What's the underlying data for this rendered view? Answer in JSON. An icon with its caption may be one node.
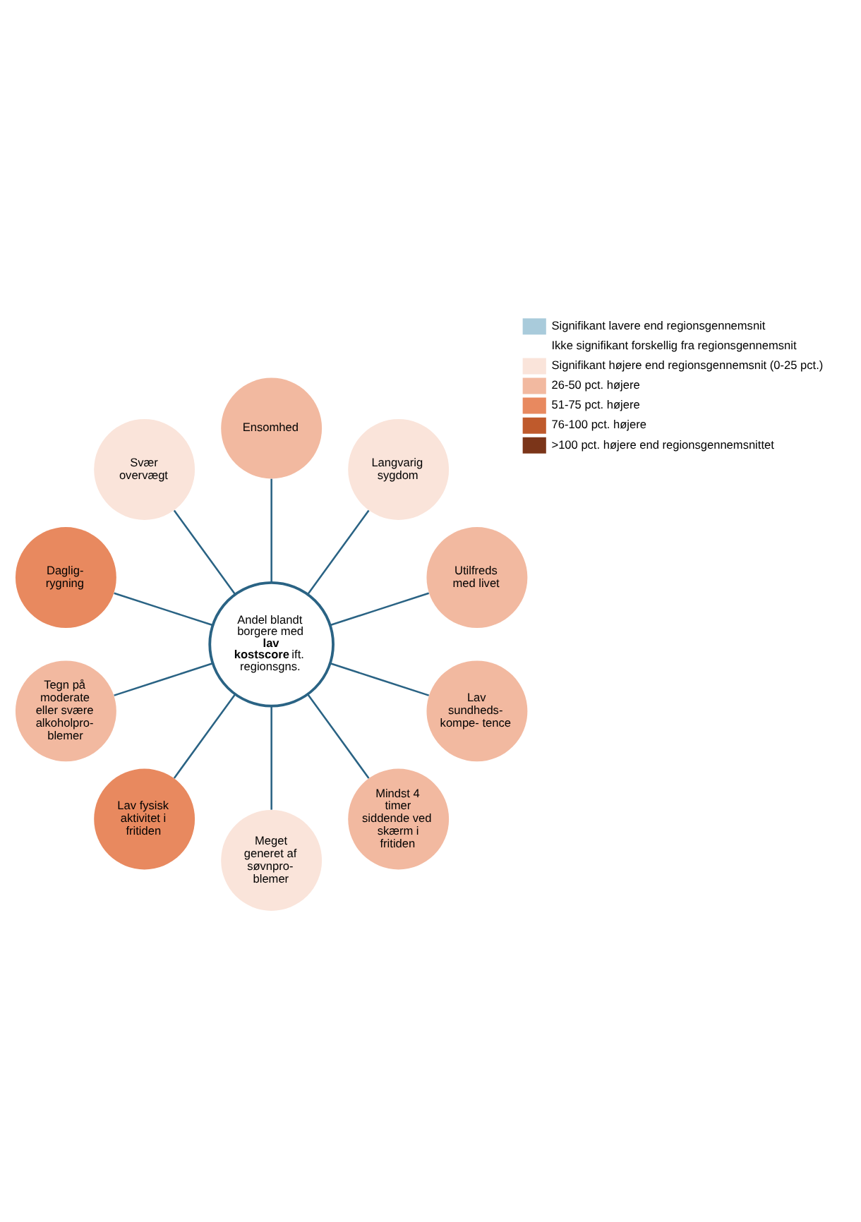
{
  "diagram": {
    "nodes": [
      {
        "text": [
          "Andel blandt borgere med **lav kostscore** ift. regionsgns."
        ]
      },
      {
        "text": [
          "Utilfreds med livet"
        ]
      },
      {
        "text": [
          "Langvarig sygdom"
        ]
      },
      {
        "text": [
          "Ensomhed"
        ]
      },
      {
        "text": [
          "Svær overvægt"
        ]
      },
      {
        "text": [
          "Daglig- rygning"
        ]
      },
      {
        "text": [
          "Tegn på moderate eller svære alkoholpro- blemer"
        ]
      },
      {
        "text": [
          "Lav fysisk aktivitet i fritiden"
        ]
      },
      {
        "text": [
          "Meget generet af søvnpro- blemer"
        ]
      },
      {
        "text": [
          "Mindst 4 timer siddende ved skærm i fritiden"
        ]
      },
      {
        "text": [
          "Lav sundheds- kompe- tence"
        ]
      }
    ],
    "edges": [
      {
        "from": 0,
        "to": 1,
        "arrow": "none"
      },
      {
        "from": 0,
        "to": 2,
        "arrow": "none"
      },
      {
        "from": 0,
        "to": 3,
        "arrow": "none"
      },
      {
        "from": 0,
        "to": 4,
        "arrow": "none"
      },
      {
        "from": 0,
        "to": 5,
        "arrow": "none"
      },
      {
        "from": 0,
        "to": 6,
        "arrow": "none"
      },
      {
        "from": 0,
        "to": 7,
        "arrow": "none"
      },
      {
        "from": 0,
        "to": 8,
        "arrow": "none"
      },
      {
        "from": 0,
        "to": 9,
        "arrow": "none"
      },
      {
        "from": 0,
        "to": 10,
        "arrow": "none"
      }
    ],
    "legend": [
      {
        "text": "Signifikant lavere end regionsgennemsnit",
        "color": "#a9cbdb"
      },
      {
        "text": "Ikke signifikant forskellig fra regionsgennemsnit",
        "color": "#ffffff"
      },
      {
        "text": "Signifikant højere end regionsgennemsnit (0-25 pct.)",
        "color": "#fae4da"
      },
      {
        "text": "26-50 pct. højere",
        "color": "#f2b9a0"
      },
      {
        "text": "51-75 pct. højere",
        "color": "#e8895f"
      },
      {
        "text": "76-100 pct. højere",
        "color": "#bf5a2c"
      },
      {
        "text": ">100 pct. højere end regionsgennemsnittet",
        "color": "#7b3519"
      }
    ]
  }
}
